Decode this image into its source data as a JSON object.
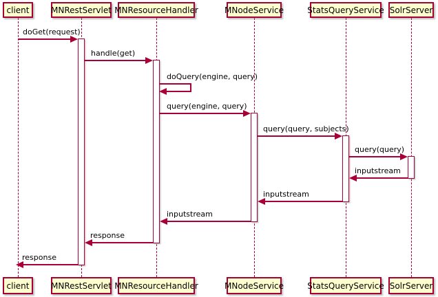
{
  "diagram": {
    "type": "uml-sequence-diagram",
    "colors": {
      "background": "#FFFFFF",
      "participant_fill": "#FEFECE",
      "participant_border": "#A80036",
      "line": "#A80036",
      "text": "#000000"
    },
    "participants": [
      {
        "name": "client"
      },
      {
        "name": "MNRestServlet"
      },
      {
        "name": "MNResourceHandler"
      },
      {
        "name": "MNodeService"
      },
      {
        "name": "StatsQueryService"
      },
      {
        "name": "SolrServer"
      }
    ],
    "messages": [
      {
        "label": "doGet(request)",
        "from": "client",
        "to": "MNRestServlet"
      },
      {
        "label": "handle(get)",
        "from": "MNRestServlet",
        "to": "MNResourceHandler"
      },
      {
        "label": "doQuery(engine, query)",
        "from": "MNResourceHandler",
        "to": "MNResourceHandler",
        "self": true
      },
      {
        "label": "query(engine, query)",
        "from": "MNResourceHandler",
        "to": "MNodeService"
      },
      {
        "label": "query(query, subjects)",
        "from": "MNodeService",
        "to": "StatsQueryService"
      },
      {
        "label": "query(query)",
        "from": "StatsQueryService",
        "to": "SolrServer"
      },
      {
        "label": "inputstream",
        "from": "SolrServer",
        "to": "StatsQueryService"
      },
      {
        "label": "inputstream",
        "from": "StatsQueryService",
        "to": "MNodeService"
      },
      {
        "label": "inputstream",
        "from": "MNodeService",
        "to": "MNResourceHandler"
      },
      {
        "label": "response",
        "from": "MNResourceHandler",
        "to": "MNRestServlet"
      },
      {
        "label": "response",
        "from": "MNRestServlet",
        "to": "client"
      }
    ]
  }
}
